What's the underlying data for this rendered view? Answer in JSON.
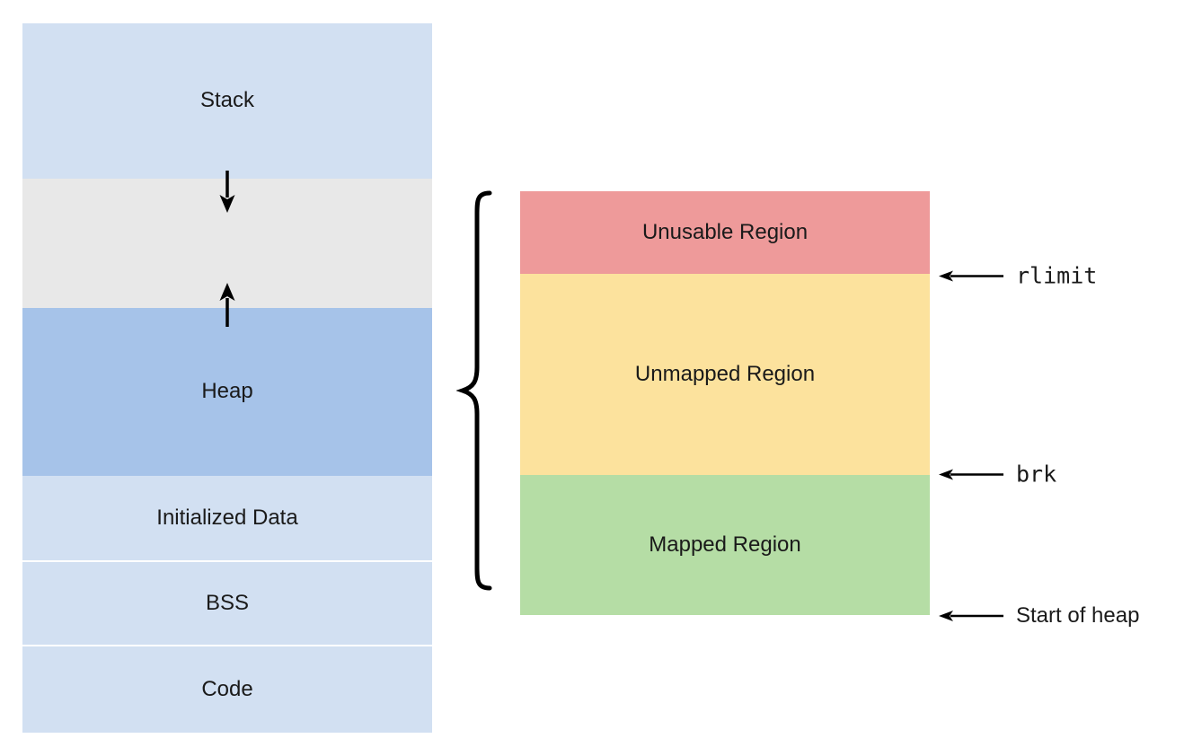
{
  "colors": {
    "region_light_blue": "#d2e0f2",
    "heap_blue": "#a6c3e9",
    "gap_gray": "#e8e8e8",
    "unusable_red": "#ee9a9a",
    "unmapped_yellow": "#fce29d",
    "mapped_green": "#b5dda5",
    "arrow_black": "#000000",
    "text": "#1a1a1a"
  },
  "memory_column": {
    "segments": [
      {
        "id": "stack",
        "label": "Stack"
      },
      {
        "id": "growth-gap",
        "label": ""
      },
      {
        "id": "heap",
        "label": "Heap"
      },
      {
        "id": "initialized-data",
        "label": "Initialized Data"
      },
      {
        "id": "bss",
        "label": "BSS"
      },
      {
        "id": "code",
        "label": "Code"
      }
    ]
  },
  "heap_detail": {
    "segments": [
      {
        "id": "unusable",
        "label": "Unusable Region"
      },
      {
        "id": "unmapped",
        "label": "Unmapped Region"
      },
      {
        "id": "mapped",
        "label": "Mapped Region"
      }
    ]
  },
  "annotations": [
    {
      "id": "rlimit",
      "label": "rlimit",
      "mono": true
    },
    {
      "id": "brk",
      "label": "brk",
      "mono": true
    },
    {
      "id": "start-of-heap",
      "label": "Start of heap",
      "mono": false
    }
  ],
  "icons": {
    "stack_growth": "arrow-down-icon",
    "heap_growth": "arrow-up-icon",
    "pointer": "arrow-left-icon",
    "grouping": "left-curly-brace-icon"
  }
}
